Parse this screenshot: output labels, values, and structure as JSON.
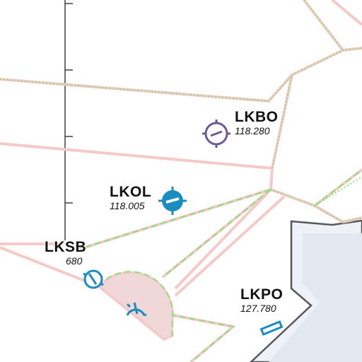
{
  "colors": {
    "airspace_boundary": "#f6c9c9",
    "airspace_dashed": "#8ce07d",
    "ctr_fill": "#f0d8d8",
    "terrain_outline": "#55595f",
    "terrain_fill": "#eef2f6",
    "military_airfield": "#6b5a96",
    "civil_airfield": "#1a8cbf"
  },
  "airfields": [
    {
      "code": "LKBO",
      "frequency": "118.280",
      "icon": "military-airfield-icon"
    },
    {
      "code": "LKOL",
      "frequency": "118.005",
      "icon": "airfield-paved-icon"
    },
    {
      "code": "LKSB",
      "frequency": "680",
      "icon": "airfield-grass-icon"
    },
    {
      "code": "LKPO",
      "frequency": "127.780",
      "icon": "runway-icon"
    }
  ],
  "icons": [
    "runway-threshold-icon",
    "runway-threshold-icon"
  ]
}
